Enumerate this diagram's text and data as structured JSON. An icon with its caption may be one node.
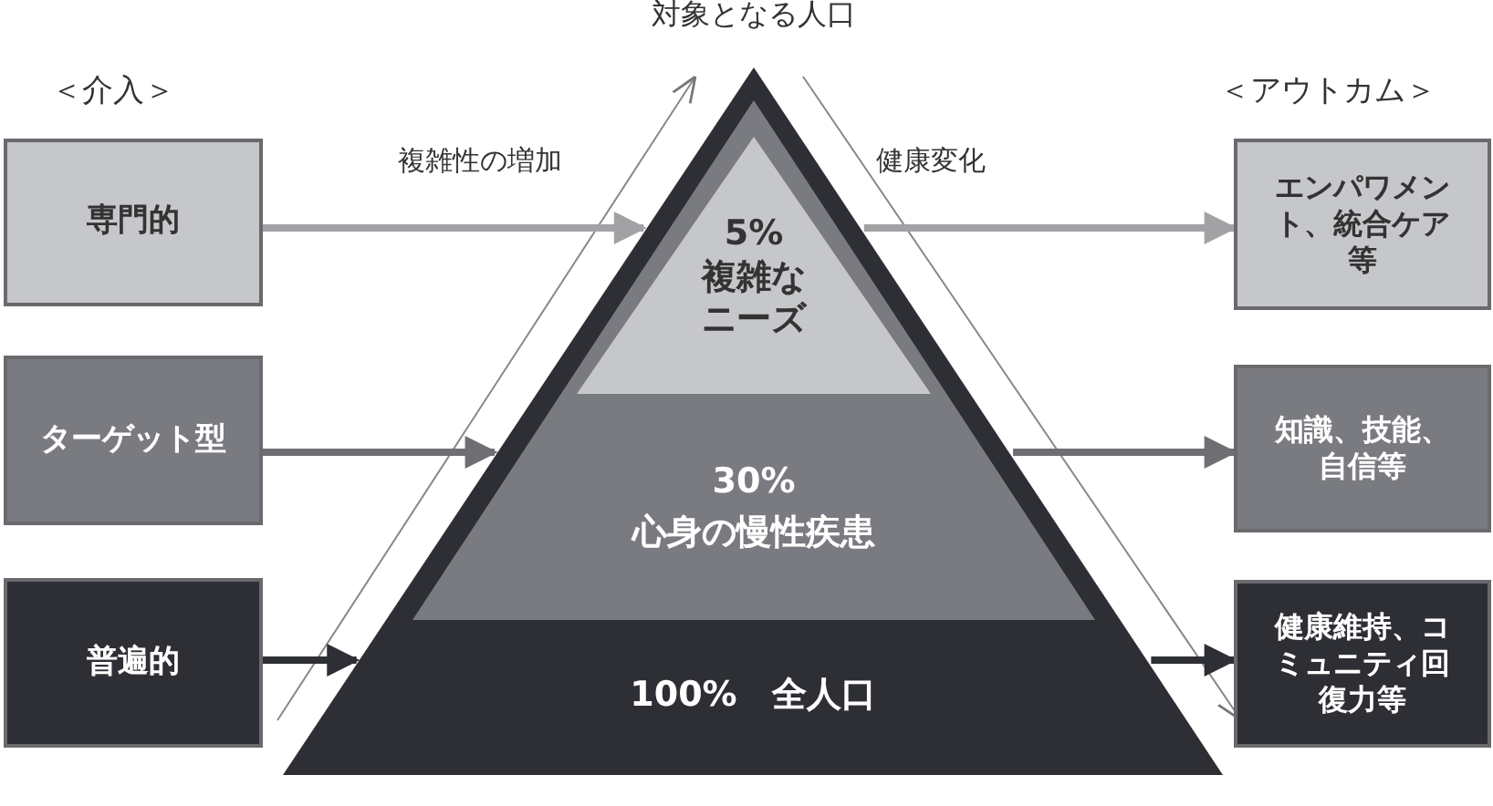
{
  "diagram": {
    "title": "対象となる人口",
    "nodes": [
      {
        "text": [
          "専門的"
        ]
      },
      {
        "text": [
          "ターゲット型"
        ]
      },
      {
        "text": [
          "普遍的"
        ]
      },
      {
        "text": [
          "100%　全人口"
        ]
      },
      {
        "text": [
          "30%",
          "心身の慢性疾患"
        ],
        "in": 3
      },
      {
        "text": [
          "5%",
          "複雑なニーズ"
        ],
        "in": 4
      },
      {
        "text": [
          "エンパワメント、統合ケア等"
        ]
      },
      {
        "text": [
          "知識、技能、自信等"
        ]
      },
      {
        "text": [
          "健康維持、コミュニティ回復力等"
        ]
      }
    ],
    "edges": [
      {
        "from": 0,
        "to": 5,
        "arrow": "to",
        "color": "#a2a2a5"
      },
      {
        "from": 1,
        "to": 4,
        "arrow": "to",
        "color": "#6e6f73"
      },
      {
        "from": 2,
        "to": 3,
        "arrow": "to",
        "color": "#2e2f35"
      },
      {
        "from": 5,
        "to": 6,
        "arrow": "to",
        "color": "#a2a2a5"
      },
      {
        "from": 4,
        "to": 7,
        "arrow": "to",
        "color": "#6e6f73"
      },
      {
        "from": 3,
        "to": 8,
        "arrow": "to",
        "color": "#2e2f35"
      }
    ],
    "labels": [
      "＜介入＞",
      "＜アウトカム＞",
      "複雑性の増加",
      "健康変化"
    ]
  }
}
